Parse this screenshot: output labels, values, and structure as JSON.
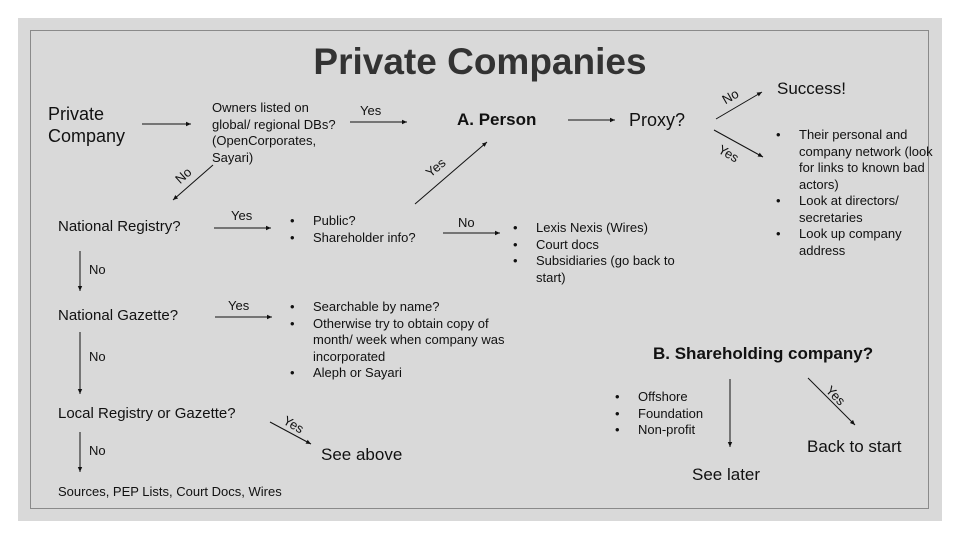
{
  "title": "Private Companies",
  "start": "Private\nCompany",
  "owners_question": "Owners listed on\nglobal/ regional DBs?\n(OpenCorporates,\nSayari)",
  "person": "A. Person",
  "proxy": "Proxy?",
  "success": "Success!",
  "proxy_yes_items": [
    "Their personal and\ncompany network (look\nfor links to known bad\nactors)",
    "Look at directors/\nsecretaries",
    "Look up company\naddress"
  ],
  "national_registry": "National Registry?",
  "registry_items": [
    "Public?",
    "Shareholder info?"
  ],
  "registry_no_items": [
    "Lexis Nexis (Wires)",
    "Court docs",
    "Subsidiaries (go back to\nstart)"
  ],
  "national_gazette": "National Gazette?",
  "gazette_items": [
    "Searchable by name?",
    "Otherwise try to obtain copy of\nmonth/ week when company was\nincorporated",
    "Aleph or Sayari"
  ],
  "local_registry": "Local Registry or Gazette?",
  "see_above": "See above",
  "sources": "Sources, PEP Lists, Court Docs, Wires",
  "shareholding": "B. Shareholding company?",
  "shareholding_items": [
    "Offshore",
    "Foundation",
    "Non-profit"
  ],
  "see_later": "See later",
  "back_to_start": "Back to start",
  "labels": {
    "yes": "Yes",
    "no": "No"
  },
  "bullet": "•"
}
